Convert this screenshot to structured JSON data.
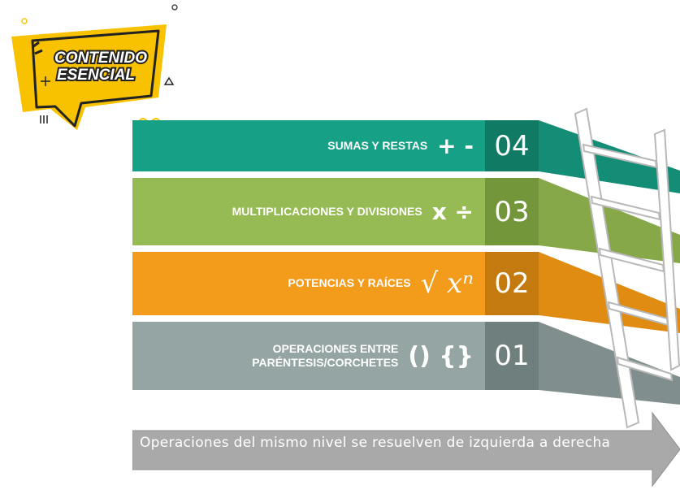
{
  "badge": {
    "line1": "CONTENIDO",
    "line2": "ESENCIAL",
    "color": "#f9c200"
  },
  "tiers": [
    {
      "number": "04",
      "label_line1": "SUMAS Y RESTAS",
      "label_line2": "",
      "symbol": "+ -",
      "color": "#16a085"
    },
    {
      "number": "03",
      "label_line1": "MULTIPLICACIONES Y DIVISIONES",
      "label_line2": "",
      "symbol": "x ÷",
      "color": "#97bb54"
    },
    {
      "number": "02",
      "label_line1": "POTENCIAS Y RAÍCES",
      "label_line2": "",
      "symbol": "√ xⁿ",
      "color": "#f39c1b"
    },
    {
      "number": "01",
      "label_line1": "OPERACIONES ENTRE",
      "label_line2": "PARÉNTESIS/CORCHETES",
      "symbol": "() {}",
      "color": "#95a5a3"
    }
  ],
  "arrow": {
    "text": "Operaciones del mismo nivel se resuelven de izquierda a derecha",
    "color": "#a9a9a9"
  }
}
